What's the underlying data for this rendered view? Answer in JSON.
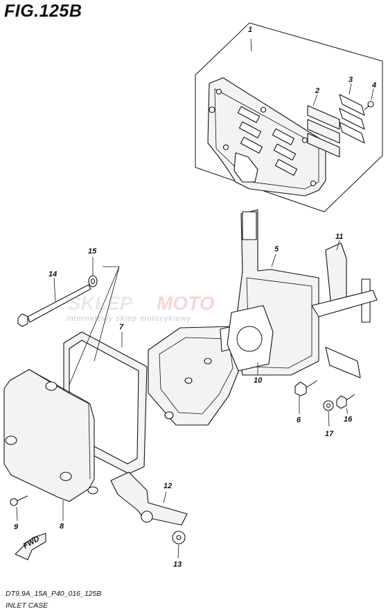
{
  "figure": {
    "title": "FIG.125B",
    "code": "DT9.9A_15A_P40_016_125B",
    "caption": "INLET CASE"
  },
  "watermark": {
    "brand_left": "SKLEP",
    "brand_right": "MOTOCYKLOWY",
    "brand_right_visible": "MOTO",
    "tagline": "internetowy sklep motocyklowy",
    "accent_color": "#e31d1d",
    "base_color": "#8c8c8c"
  },
  "direction_arrow": {
    "label": "FWD"
  },
  "callouts": [
    {
      "number": "1",
      "part": "reed-valve-assembly"
    },
    {
      "number": "2",
      "part": "reed-valve"
    },
    {
      "number": "3",
      "part": "reed-stopper"
    },
    {
      "number": "4",
      "part": "screw"
    },
    {
      "number": "5",
      "part": "inlet-case"
    },
    {
      "number": "6",
      "part": "bolt"
    },
    {
      "number": "7",
      "part": "silencer-gasket"
    },
    {
      "number": "8",
      "part": "intake-silencer"
    },
    {
      "number": "9",
      "part": "screw"
    },
    {
      "number": "10",
      "part": "gasket"
    },
    {
      "number": "11",
      "part": "damper"
    },
    {
      "number": "12",
      "part": "link-lever"
    },
    {
      "number": "13",
      "part": "washer"
    },
    {
      "number": "14",
      "part": "long-bolt"
    },
    {
      "number": "15",
      "part": "washer"
    },
    {
      "number": "16",
      "part": "bolt"
    },
    {
      "number": "17",
      "part": "washer"
    }
  ]
}
